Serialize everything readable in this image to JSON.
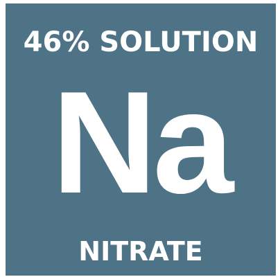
{
  "tile": {
    "top_label": "46% SOLUTION",
    "symbol": "Na",
    "bottom_label": "NITRATE",
    "background_color": "#4e7386",
    "text_color": "#ffffff"
  }
}
